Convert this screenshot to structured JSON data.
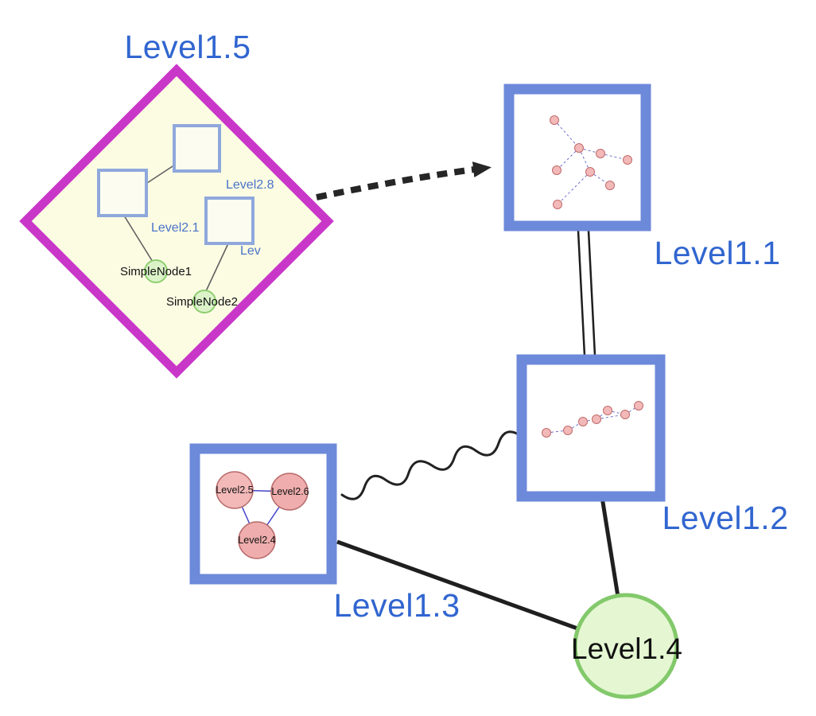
{
  "diagram": {
    "colors": {
      "label_blue": "#3166d0",
      "child_label_blue": "#4a74c8",
      "text_black": "#111111",
      "diamond_border": "#c837c8",
      "diamond_fill": "#fcfce3",
      "inner_square_border": "#8fa8dc",
      "inner_square_fill": "#fcfcf0",
      "square_border": "#6d89da",
      "square_fill": "#ffffff",
      "green_node_fill": "#dcf3c9",
      "green_node_border": "#8fcf70",
      "big_green_fill": "#e4f7d2",
      "big_green_border": "#83c96b",
      "pink_node_fill": "#f3b9b9",
      "pink_node_border": "#c06a6a",
      "edge_black": "#1f1f1f"
    },
    "nodes": {
      "level15": {
        "label": "Level1.5",
        "shape": "diamond"
      },
      "level11": {
        "label": "Level1.1",
        "shape": "square"
      },
      "level12": {
        "label": "Level1.2",
        "shape": "square"
      },
      "level13": {
        "label": "Level1.3",
        "shape": "square"
      },
      "level14": {
        "label": "Level1.4",
        "shape": "circle"
      }
    },
    "level15_children": {
      "level28": {
        "label": "Level2.8"
      },
      "level21": {
        "label": "Level2.1"
      },
      "lev": {
        "label": "Lev"
      },
      "simplenode1": {
        "label": "SimpleNode1"
      },
      "simplenode2": {
        "label": "SimpleNode2"
      }
    },
    "level13_children": {
      "level25": {
        "label": "Level2.5"
      },
      "level26": {
        "label": "Level2.6"
      },
      "level24": {
        "label": "Level2.4"
      }
    },
    "edges": [
      {
        "from": "Level1.5",
        "to": "Level1.1",
        "style": "dashed-arrow"
      },
      {
        "from": "Level1.1",
        "to": "Level1.2",
        "style": "double-line"
      },
      {
        "from": "Level1.3",
        "to": "Level1.2",
        "style": "wavy"
      },
      {
        "from": "Level1.3",
        "to": "Level1.4",
        "style": "solid"
      },
      {
        "from": "Level1.2",
        "to": "Level1.4",
        "style": "solid"
      }
    ]
  }
}
